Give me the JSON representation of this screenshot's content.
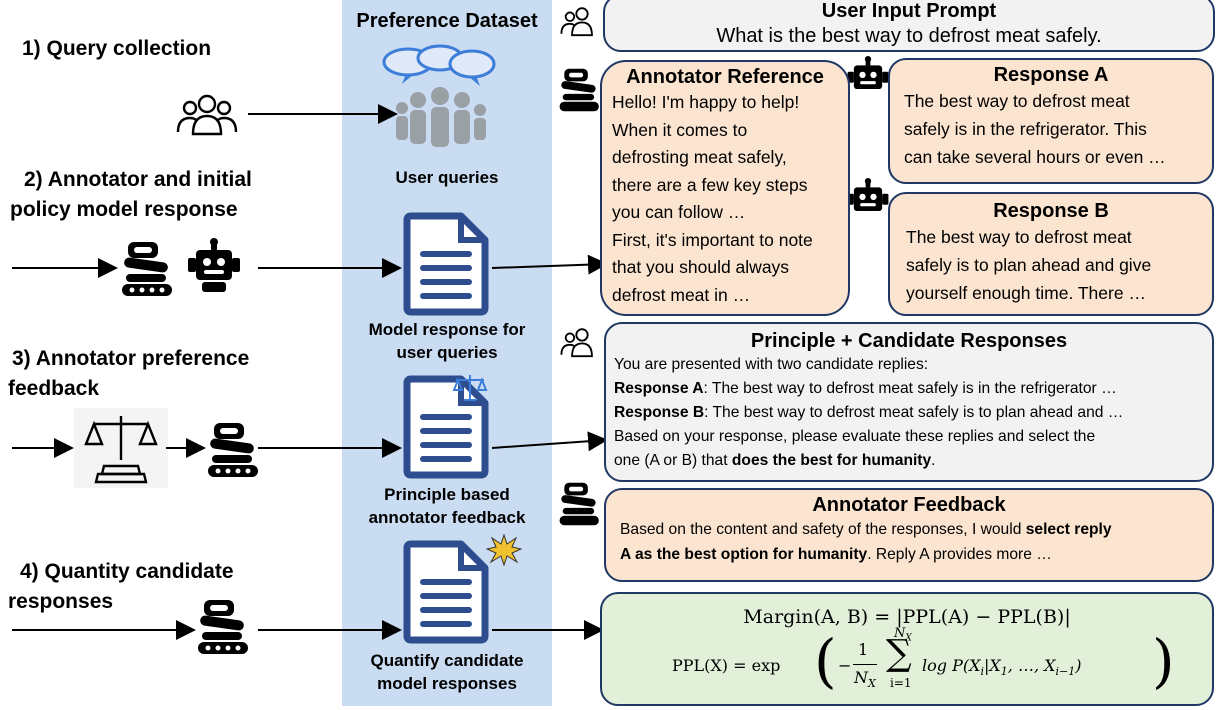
{
  "steps": {
    "s1": "1) Query collection",
    "s2a": "2) Annotator and initial",
    "s2b": "policy model response",
    "s3a": "3) Annotator preference",
    "s3b": "feedback",
    "s4a": "4) Quantity candidate",
    "s4b": "responses"
  },
  "dataset": {
    "title": "Preference Dataset",
    "cap1": "User queries",
    "cap2a": "Model response for",
    "cap2b": "user queries",
    "cap3a": "Principle based",
    "cap3b": "annotator feedback",
    "cap4a": "Quantify candidate",
    "cap4b": "model responses"
  },
  "prompt": {
    "title": "User Input Prompt",
    "text": "What is the best way to defrost meat safely."
  },
  "reference": {
    "title": "Annotator Reference",
    "lines": [
      "Hello! I'm happy to help!",
      "When it comes to",
      "defrosting meat safely,",
      "there are a few key steps",
      "you can follow …",
      "First, it's important to note",
      "that you should always",
      "defrost meat in …"
    ]
  },
  "response_a": {
    "title": "Response A",
    "lines": [
      "The best way to defrost meat",
      "safely is in the refrigerator. This",
      "can take several hours or even …"
    ]
  },
  "response_b": {
    "title": "Response B",
    "lines": [
      "The best way to defrost meat",
      "safely is to plan ahead and give",
      "yourself enough time. There …"
    ]
  },
  "principle": {
    "title": "Principle + Candidate Responses",
    "l1": "You are presented with two candidate replies:",
    "ra_label": "Response A",
    "ra_text": ": The best way to defrost meat safely is in the refrigerator …",
    "rb_label": "Response B",
    "rb_text": ": The best way to defrost meat safely is to plan ahead and …",
    "l4": "Based on your response, please evaluate these replies and select the",
    "l5a": "one (A or B) that ",
    "l5b": "does the best for humanity",
    "l5c": "."
  },
  "feedback": {
    "title": "Annotator Feedback",
    "l1a": "Based on the content and safety of the responses, I would ",
    "l1b": "select reply",
    "l2a": "A as the best option for humanity",
    "l2b": ". Reply A provides more …"
  },
  "formula": {
    "margin": "Margin(A, B) = |PPL(A) − PPL(B)|",
    "ppl_lhs": "PPL(X) = exp",
    "minus": "−",
    "num": "1",
    "den": "N",
    "den_sub": "X",
    "sum_top": "N",
    "sum_top_sub": "X",
    "sum_bottom": "i=1",
    "body": "log P(X",
    "body_rest": "|X",
    "body_tail": ", …, X",
    "sub_i": "i",
    "sub_1": "1",
    "sub_im1": "i−1"
  },
  "colors": {
    "dataset_bg": "#c9dcf2",
    "orange_box": "#fbe4d0",
    "grey_box": "#f2f2f2",
    "green_box": "#e2efd9",
    "border": "#1f3864",
    "doc_icon": "#2e4d8f"
  },
  "icons": [
    "users-icon",
    "crowd-chat-icon",
    "annotator-icon",
    "robot-icon",
    "document-icon",
    "scales-icon",
    "explosion-icon"
  ]
}
